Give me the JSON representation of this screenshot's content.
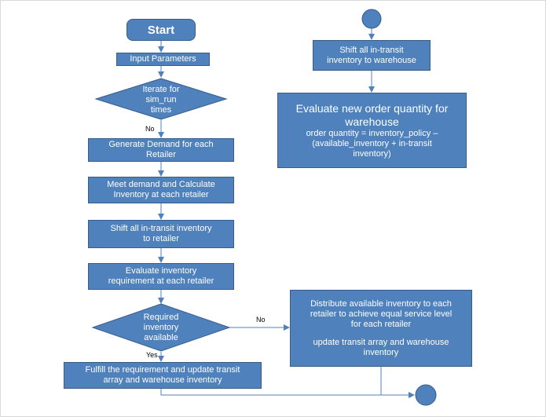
{
  "start": "Start",
  "input": "Input Parameters",
  "iterate": [
    "Iterate for",
    "sim_run",
    "times"
  ],
  "label_no_1": "No",
  "generate": [
    "Generate Demand for each",
    "Retailer"
  ],
  "meet": [
    "Meet demand and Calculate",
    "Inventory at each retailer"
  ],
  "shift_retailer": [
    "Shift all in-transit inventory",
    "to retailer"
  ],
  "evaluate_req": [
    "Evaluate inventory",
    "requirement at each retailer"
  ],
  "required": [
    "Required",
    "inventory",
    "available"
  ],
  "label_yes": "Yes",
  "label_no_2": "No",
  "fulfill": [
    "Fulfill the requirement and update transit",
    "array and warehouse inventory"
  ],
  "distribute": [
    "Distribute available inventory to each",
    "retailer to achieve equal service level",
    "for each retailer"
  ],
  "update": [
    "update transit array and warehouse",
    "inventory"
  ],
  "shift_warehouse": [
    "Shift all in-transit",
    "inventory to warehouse"
  ],
  "evaluate_order_title": [
    "Evaluate new order quantity for",
    "warehouse"
  ],
  "evaluate_order_formula": [
    "order quantity = inventory_policy –",
    "(available_inventory  + in-transit",
    "inventory)"
  ]
}
